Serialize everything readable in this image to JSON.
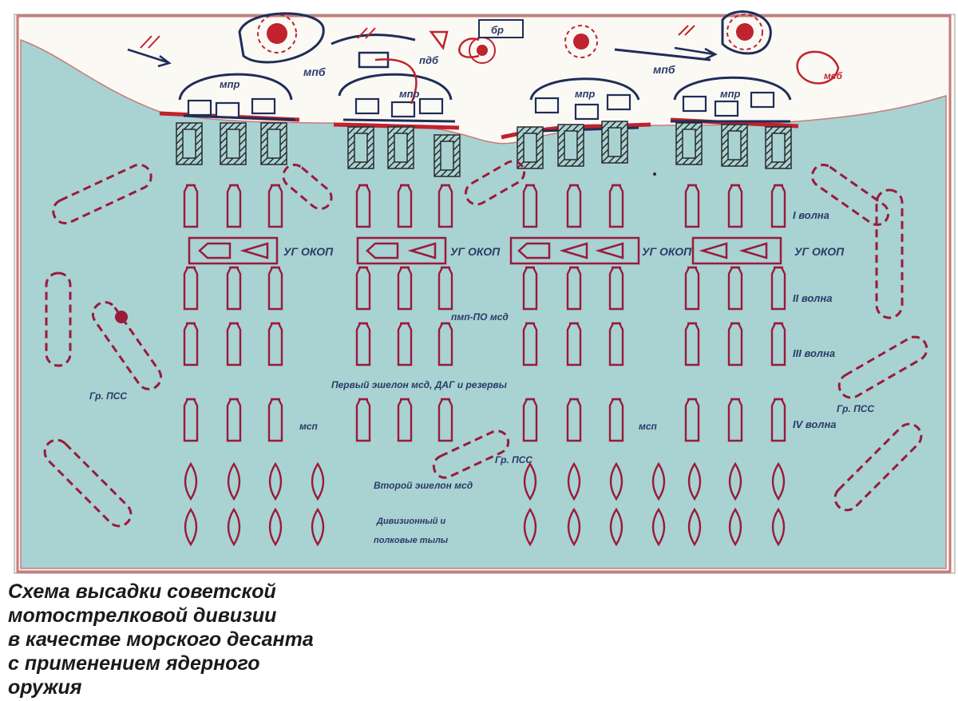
{
  "colors": {
    "sea": "#a9d2d3",
    "paper": "#fbf9f4",
    "red": "#c0222e",
    "ship": "#9a1a3a",
    "navy": "#1f2d58",
    "frame": "#c97a7a"
  },
  "labels": {
    "mpb_left": "мпб",
    "mpb_right": "мпб",
    "pdb": "пдб",
    "br": "бр",
    "msb": "мсб",
    "mpr1": "мпр",
    "mpr2": "мпр",
    "mpr3": "мпр",
    "mpr4": "мпр",
    "wave1": "I волна",
    "wave2": "II волна",
    "wave3": "III волна",
    "wave4": "IV волна",
    "ug1": "УГ ОКОП",
    "ug2": "УГ ОКОП",
    "ug3": "УГ ОКОП",
    "ug4": "УГ ОКОП",
    "pmp": "пмп-ПО мсд",
    "echelon1": "Первый эшелон мсд, ДАГ и резервы",
    "msp_left": "мсп",
    "msp_right": "мсп",
    "gr_pss_left": "Гр. ПСС",
    "gr_pss_center": "Гр. ПСС",
    "gr_pss_right": "Гр. ПСС",
    "echelon2": "Второй эшелон мсд",
    "rear1": "Дивизионный и",
    "rear2": "полковые тылы"
  },
  "caption": [
    "Схема высадки советской",
    "мотострелковой дивизии",
    "в качестве морского десанта",
    "с применением ядерного",
    "оружия"
  ]
}
